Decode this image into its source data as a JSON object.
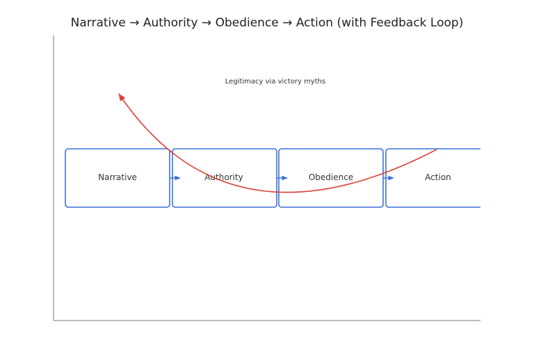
{
  "title": "Narrative → Authority → Obedience → Action (with Feedback Loop)",
  "annotation": "Legitimacy via victory myths",
  "nodes": [
    {
      "id": "narrative",
      "label": "Narrative"
    },
    {
      "id": "authority",
      "label": "Authority"
    },
    {
      "id": "obedience",
      "label": "Obedience"
    },
    {
      "id": "action",
      "label": "Action"
    }
  ],
  "edges": [
    {
      "from": "narrative",
      "to": "authority",
      "kind": "forward"
    },
    {
      "from": "authority",
      "to": "obedience",
      "kind": "forward"
    },
    {
      "from": "obedience",
      "to": "action",
      "kind": "forward"
    },
    {
      "from": "action",
      "to": "narrative",
      "kind": "feedback"
    }
  ],
  "colors": {
    "box_stroke": "#3b6fd8",
    "forward_arrow": "#3b6fd8",
    "feedback_arrow": "#d9453a",
    "axis": "#777777",
    "text": "#333333"
  }
}
